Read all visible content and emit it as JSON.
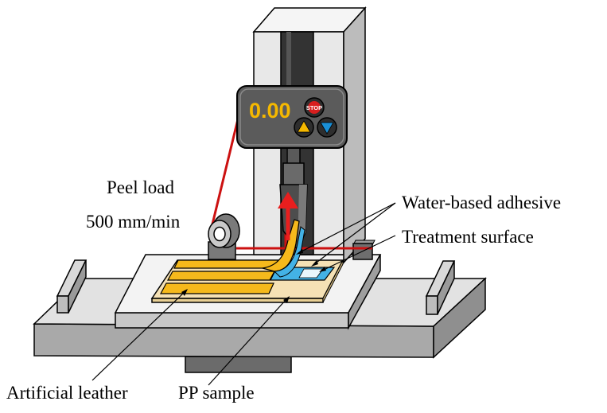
{
  "display": {
    "reading": "0.00",
    "stop_label": "STOP",
    "up_icon": "triangle-up-icon",
    "down_icon": "triangle-down-icon"
  },
  "labels": {
    "peel_load": "Peel load",
    "speed": "500 mm/min",
    "adhesive": "Water-based adhesive",
    "treatment": "Treatment surface",
    "leather": "Artificial leather",
    "pp": "PP sample"
  },
  "colors": {
    "reading": "#f5b800",
    "stop": "#d81e1e",
    "up_button": "#f5b800",
    "down_button": "#1a8fd6",
    "leather": "#f5b91c",
    "adhesive": "#43b2e6",
    "pull_arrow": "#e81e1e",
    "frame_line": "#cc1111"
  }
}
